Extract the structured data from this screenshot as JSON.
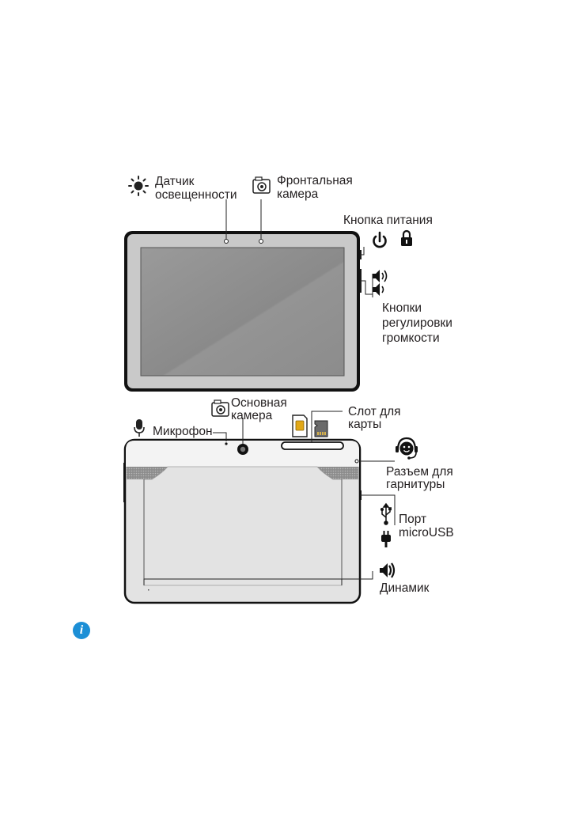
{
  "front": {
    "light_sensor": [
      "Датчик",
      "освещенности"
    ],
    "front_camera": [
      "Фронтальная",
      "камера"
    ],
    "power_button": "Кнопка питания",
    "volume_buttons": [
      "Кнопки",
      "регулировки",
      "громкости"
    ]
  },
  "back": {
    "main_camera": [
      "Основная",
      "камера"
    ],
    "microphone": "Микрофон",
    "card_slot": [
      "Слот для",
      "карты"
    ],
    "headset_jack": [
      "Разъем для",
      "гарнитуры"
    ],
    "usb_port": [
      "Порт",
      "microUSB"
    ],
    "speaker": "Динамик"
  },
  "icons": {
    "light_sensor": "sun-icon",
    "front_camera": "camera-icon",
    "power": "power-icon",
    "lock": "lock-icon",
    "volume_up": "volume-up-icon",
    "volume_down": "volume-down-icon",
    "main_camera": "camera-icon",
    "microphone": "microphone-icon",
    "sim": "sim-card-icon",
    "microsd": "microsd-card-icon",
    "headset": "headset-icon",
    "usb": "usb-icon",
    "charger": "plug-icon",
    "speaker": "speaker-icon",
    "note": "info-icon"
  },
  "colors": {
    "device_frame": "#1a1a1a",
    "bezel": "#c8c8c8",
    "screen": "#8e8e8e",
    "back_body": "#e2e2e2",
    "grille": "#9a9a9a",
    "info": "#1c8fd6"
  }
}
